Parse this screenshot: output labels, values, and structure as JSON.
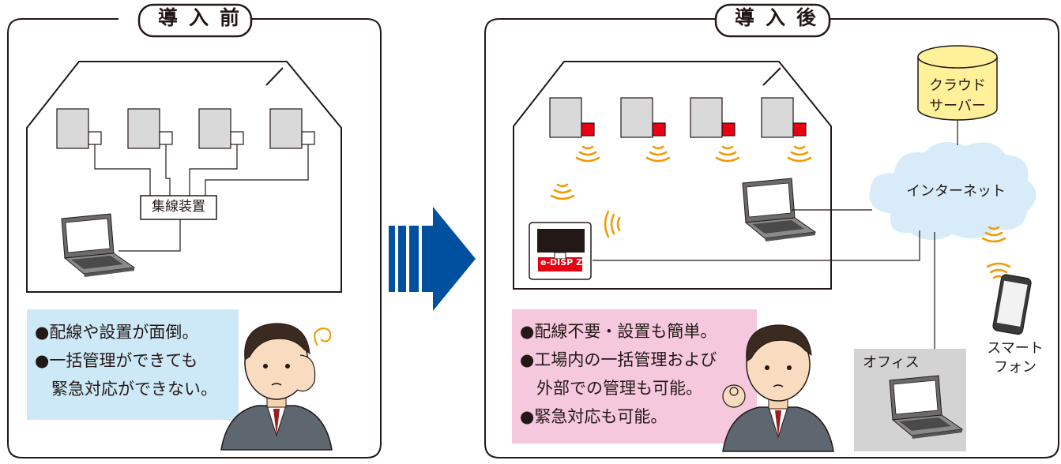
{
  "before": {
    "title": "導入前",
    "hub_label": "集線装置",
    "notes": [
      "●配線や設置が面倒。",
      "●一括管理ができても",
      "　緊急対応ができない。"
    ]
  },
  "after": {
    "title": "導入後",
    "cloud_server_label": [
      "クラウド",
      "サーバー"
    ],
    "internet_label": "インターネット",
    "office_label": "オフィス",
    "smartphone_label": [
      "スマート",
      "フォン"
    ],
    "display_device_text": "e-DISP Z",
    "notes": [
      "●配線不要・設置も簡単。",
      "●工場内の一括管理および",
      "　外部での管理も可能。",
      "●緊急対応も可能。"
    ]
  },
  "colors": {
    "frame": "#231815",
    "machine_gray": "#d9d9d9",
    "wireless_orange": "#f39800",
    "transmitter_red": "#e60012",
    "note_blue_bg": "#cde9f7",
    "note_pink_bg": "#f5c8de",
    "arrow_blue": "#0050a0",
    "server_yellow": "#fff19a",
    "cloud_blue": "#d7ecf8",
    "office_gray": "#d3d3d3"
  }
}
